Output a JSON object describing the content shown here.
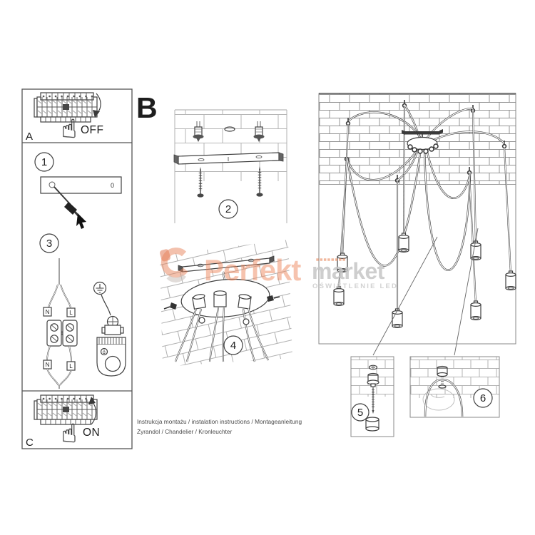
{
  "panels": {
    "a": "A",
    "b": "B",
    "c": "C",
    "off": "OFF",
    "on": "ON"
  },
  "steps": {
    "s1": "1",
    "s2": "2",
    "s3": "3",
    "s4": "4",
    "s5": "5",
    "s6": "6"
  },
  "wiring": {
    "n": "N",
    "l": "L",
    "hole": "0"
  },
  "footer": {
    "line1": "Instrukcja montażu / instalation instructions / Montageanleitung",
    "line2": "Żyrandol / Chandelier / Kronleuchter"
  },
  "watermark": {
    "brand1": "Perfekt",
    "brand2": "market",
    "tagline": "OŚWIETLENIE LED",
    "accent_color": "#ee8960",
    "gray_color": "#c6c6c6"
  },
  "icons": {
    "hand_up": "☝"
  }
}
